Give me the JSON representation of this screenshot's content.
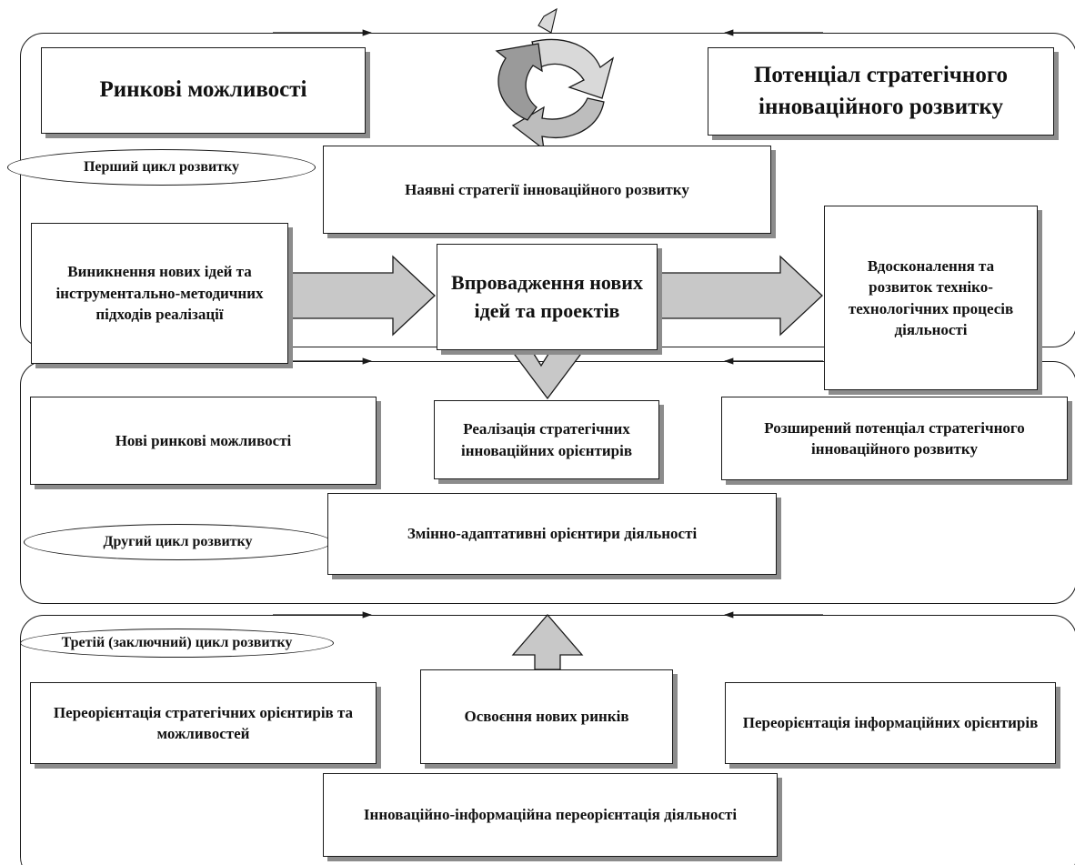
{
  "cycles": {
    "first": "Перший цикл розвитку",
    "second": "Другий цикл розвитку",
    "third": "Третій (заключний) цикл розвитку"
  },
  "boxes": {
    "market_opportunities": "Ринкові можливості",
    "potential": "Потенціал стратегічного інноваційного розвитку",
    "existing_strategies": "Наявні  стратегії інноваційного розвитку",
    "new_ideas": "Виникнення нових ідей та інструментально-методичних підходів реалізації",
    "implementation": "Впровадження нових ідей та проектів",
    "improvement": "Вдосконалення та розвиток техніко-технологічних процесів діяльності",
    "new_market_opportunities": "Нові ринкові можливості",
    "strategic_landmarks": "Реалізація стратегічних інноваційних орієнтирів",
    "expanded_potential": "Розширений потенціал стратегічного інноваційного розвитку",
    "adaptive_landmarks": "Змінно-адаптативні орієнтири діяльності",
    "reorientation_strategic": "Переорієнтація стратегічних орієнтирів та можливостей",
    "new_markets": "Освоєння нових ринків",
    "reorientation_info": "Переорієнтація інформаційних орієнтирів",
    "innovation_info": "Інноваційно-інформаційна переорієнтація діяльності"
  },
  "colors": {
    "outline": "#1a1a1a",
    "block_arrow_fill": "#c8c8c8",
    "shadow": "#8c8c8c",
    "cycle_dark": "#9a9a9a",
    "cycle_light": "#d9d9d9"
  },
  "icons": {
    "cycle": "circular-arrows-icon"
  }
}
